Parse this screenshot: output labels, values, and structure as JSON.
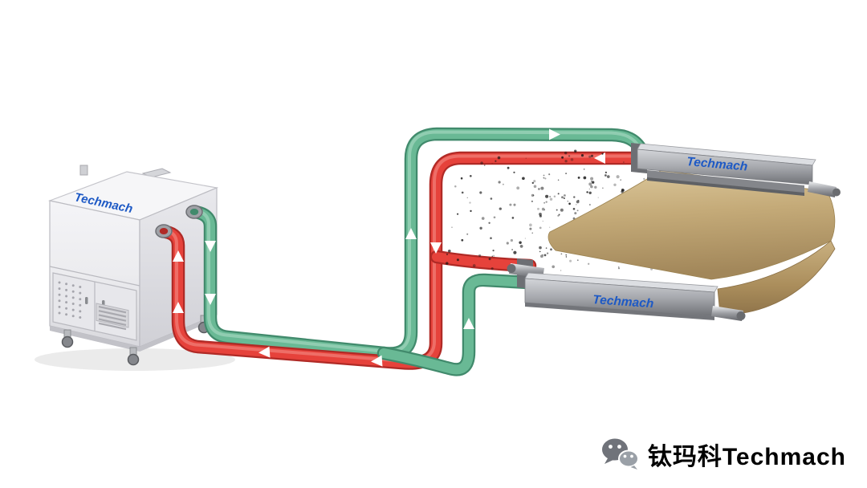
{
  "diagram": {
    "machine": {
      "brand_label": "Techmach"
    },
    "upper_beam": {
      "label": "Techmach"
    },
    "lower_beam": {
      "label": "Techmach"
    }
  },
  "footer": {
    "brand_text": "钛玛科Techmach",
    "icon": "wechat-icon"
  },
  "colors": {
    "background": "#ffffff",
    "pipe_red": "#e6423b",
    "pipe_red_dark": "#b02a26",
    "pipe_red_light": "#f59a93",
    "pipe_green": "#69b995",
    "pipe_green_dark": "#418a6c",
    "pipe_green_light": "#b7e2cd",
    "brand_blue": "#1d59c5",
    "machine_body": "#ececef",
    "beam_gray": "#a7a9ae",
    "web_tan": "#c4aa78",
    "arrow_white": "#ffffff",
    "footer_text": "#000000",
    "wechat_gray": "#70737a",
    "speckle": "#151515"
  }
}
